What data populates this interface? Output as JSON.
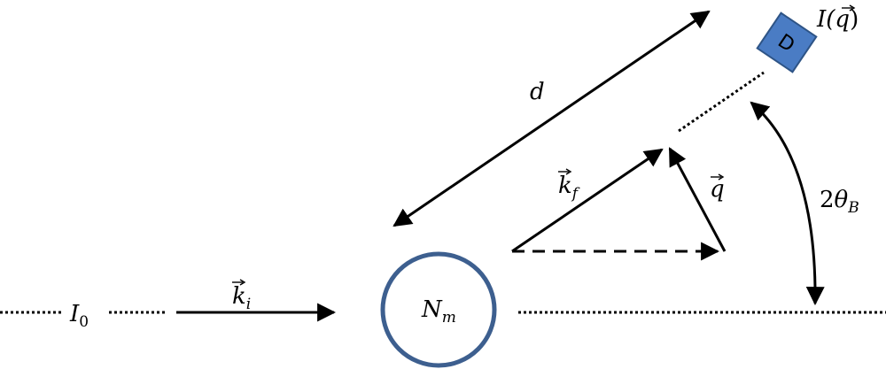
{
  "labels": {
    "incident_intensity": {
      "main": "I",
      "sub": "0"
    },
    "incident_wavevector": {
      "main": "k",
      "sub": "i"
    },
    "scatterer": {
      "main": "N",
      "sub": "m"
    },
    "distance": "d",
    "final_wavevector": {
      "main": "k",
      "sub": "f"
    },
    "scattering_vector": "q",
    "detector": "D",
    "detected_intensity": {
      "main": "I(",
      "vec": "q",
      "close": ")"
    },
    "bragg_angle": {
      "prefix": "2",
      "main": "θ",
      "sub": "B"
    }
  },
  "colors": {
    "scatterer_stroke": "#3d5f8f",
    "detector_fill": "#4a7cc4",
    "detector_stroke": "#2e5486",
    "line": "#000000"
  }
}
